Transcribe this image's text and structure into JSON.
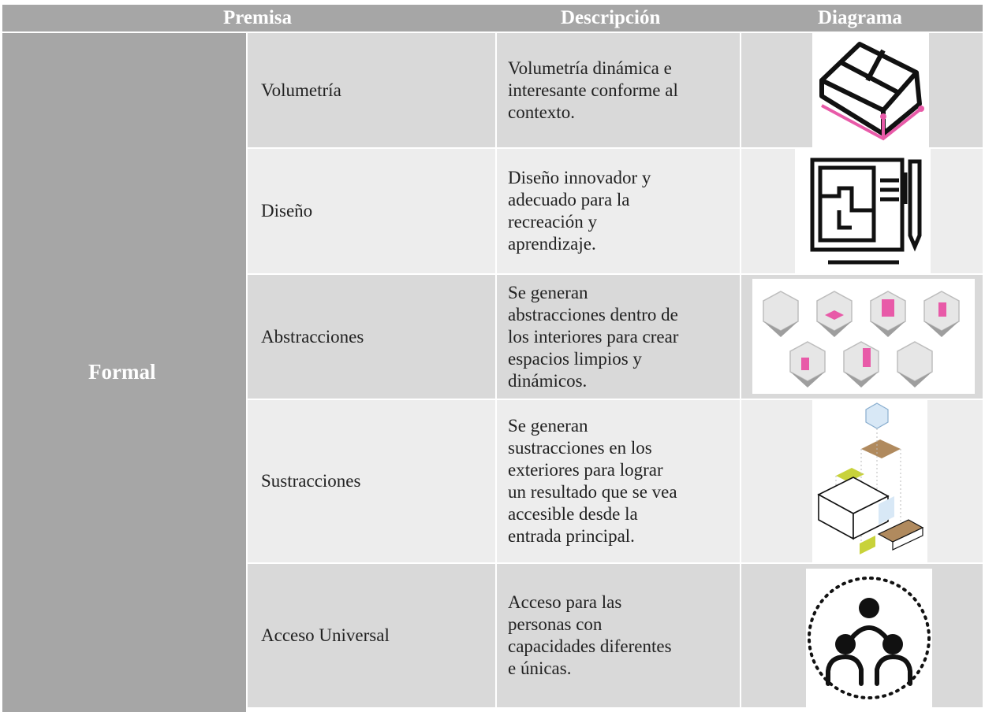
{
  "header": {
    "premisa": "Premisa",
    "descripcion": "Descripción",
    "diagrama": "Diagrama"
  },
  "category": "Formal",
  "rows": [
    {
      "premisa": "Volumetría",
      "lines": [
        "Volumetría dinámica e",
        "interesante conforme al",
        "contexto."
      ],
      "diagram": "isometric-volume-icon"
    },
    {
      "premisa": "Diseño",
      "lines": [
        "Diseño innovador y",
        "adecuado para la",
        "recreación y",
        "aprendizaje."
      ],
      "diagram": "blueprint-plan-icon"
    },
    {
      "premisa": "Abstracciones",
      "lines": [
        "Se generan",
        "abstracciones dentro de",
        "los interiores para crear",
        "espacios limpios y",
        "dinámicos."
      ],
      "diagram": "abstraction-cubes-diagram"
    },
    {
      "premisa": "Sustracciones",
      "lines": [
        "Se generan",
        "sustracciones en los",
        "exteriores para lograr",
        "un resultado que se vea",
        "accesible desde la",
        "entrada principal."
      ],
      "diagram": "subtraction-axonometric-diagram"
    },
    {
      "premisa": "Acceso Universal",
      "lines": [
        "Acceso para las",
        "personas con",
        "capacidades diferentes",
        "e únicas."
      ],
      "diagram": "universal-access-icon"
    }
  ],
  "colors": {
    "header_bg": "#a6a6a6",
    "row_dark": "#d9d9d9",
    "row_light": "#ededed",
    "accent_pink": "#e85aa8"
  }
}
